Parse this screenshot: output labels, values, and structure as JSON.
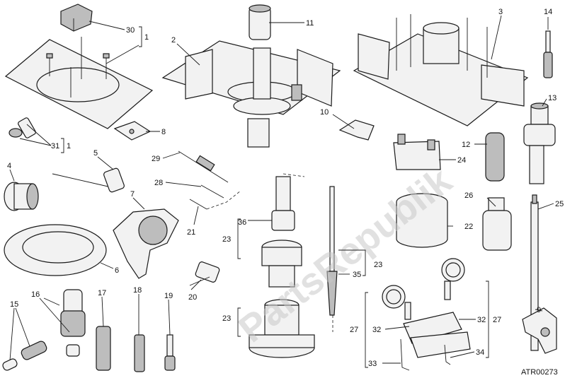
{
  "figure": {
    "drawing_code": "ATR00273",
    "watermark": "PartsRepublik"
  },
  "callouts": [
    {
      "id": "c30",
      "text": "30"
    },
    {
      "id": "c1a",
      "text": "1"
    },
    {
      "id": "c1b",
      "text": "1"
    },
    {
      "id": "c31",
      "text": "31"
    },
    {
      "id": "c1c",
      "text": "1"
    },
    {
      "id": "c2",
      "text": "2"
    },
    {
      "id": "c11",
      "text": "11"
    },
    {
      "id": "c3",
      "text": "3"
    },
    {
      "id": "c14",
      "text": "14"
    },
    {
      "id": "c13",
      "text": "13"
    },
    {
      "id": "c8",
      "text": "8"
    },
    {
      "id": "c10",
      "text": "10"
    },
    {
      "id": "c12",
      "text": "12"
    },
    {
      "id": "c24",
      "text": "24"
    },
    {
      "id": "c4",
      "text": "4"
    },
    {
      "id": "c5",
      "text": "5"
    },
    {
      "id": "c29",
      "text": "29"
    },
    {
      "id": "c28",
      "text": "28"
    },
    {
      "id": "c7",
      "text": "7"
    },
    {
      "id": "c21",
      "text": "21"
    },
    {
      "id": "c36",
      "text": "36"
    },
    {
      "id": "c23a",
      "text": "23"
    },
    {
      "id": "c22",
      "text": "22"
    },
    {
      "id": "c26",
      "text": "26"
    },
    {
      "id": "c25",
      "text": "25"
    },
    {
      "id": "c6",
      "text": "6"
    },
    {
      "id": "c20",
      "text": "20"
    },
    {
      "id": "c23b",
      "text": "23"
    },
    {
      "id": "c35",
      "text": "35"
    },
    {
      "id": "c16",
      "text": "16"
    },
    {
      "id": "c17",
      "text": "17"
    },
    {
      "id": "c18",
      "text": "18"
    },
    {
      "id": "c19",
      "text": "19"
    },
    {
      "id": "c15",
      "text": "15"
    },
    {
      "id": "c23c",
      "text": "23"
    },
    {
      "id": "c27a",
      "text": "27"
    },
    {
      "id": "c32a",
      "text": "32"
    },
    {
      "id": "c32b",
      "text": "32"
    },
    {
      "id": "c27b",
      "text": "27"
    },
    {
      "id": "c9",
      "text": "9"
    },
    {
      "id": "c33",
      "text": "33"
    },
    {
      "id": "c34",
      "text": "34"
    }
  ]
}
